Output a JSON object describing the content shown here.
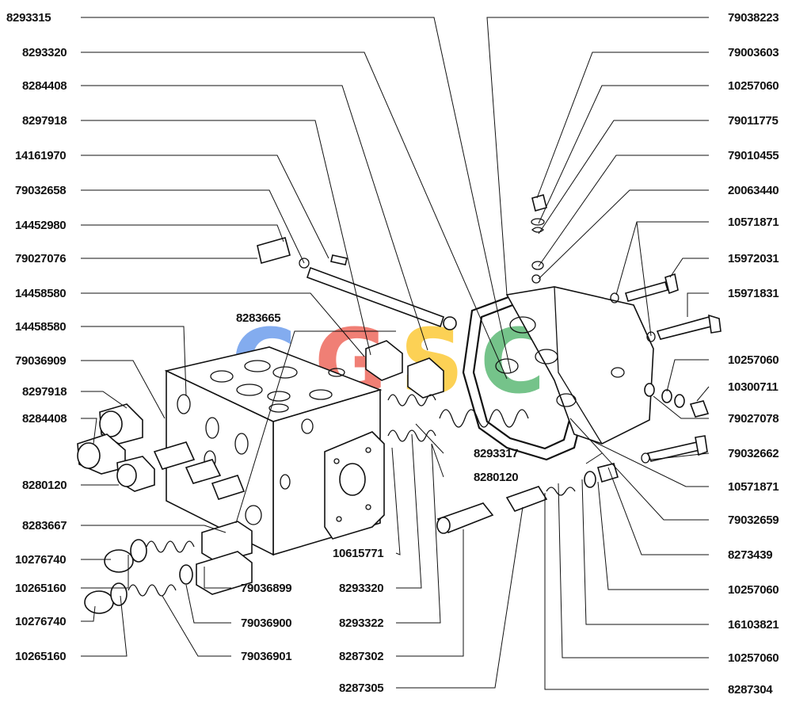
{
  "watermark": {
    "letters": [
      "C",
      "G",
      "S",
      "C"
    ],
    "colors": [
      "#4a86e8",
      "#ea4335",
      "#fbbc05",
      "#34a853"
    ]
  },
  "part_numbers": {
    "left": [
      "8293315",
      "8293320",
      "8284408",
      "8297918",
      "14161970",
      "79032658",
      "14452980",
      "79027076",
      "14458580",
      "14458580",
      "79036909",
      "8297918",
      "8284408",
      "8280120",
      "8283667",
      "10276740",
      "10265160",
      "10276740",
      "10265160"
    ],
    "right": [
      "79038223",
      "79003603",
      "10257060",
      "79011775",
      "79010455",
      "20063440",
      "10571871",
      "15972031",
      "15971831",
      "10257060",
      "10300711",
      "79027078",
      "79032662",
      "10571871",
      "79032659",
      "8273439",
      "10257060",
      "16103821",
      "10257060",
      "8287304"
    ],
    "center": [
      "8283665",
      "8293317",
      "8280120",
      "10615771",
      "8293320",
      "8293322",
      "8287302",
      "8287305",
      "79036899",
      "79036900",
      "79036901"
    ]
  }
}
